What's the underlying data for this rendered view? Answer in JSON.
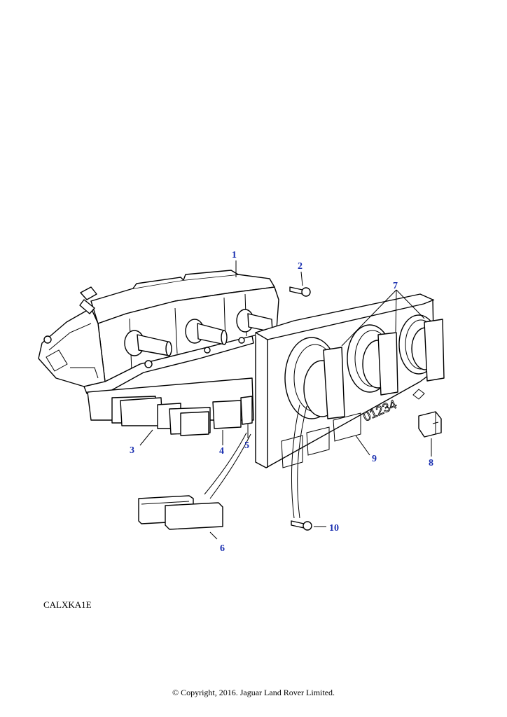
{
  "diagram": {
    "reference_code": "CALXKA1E",
    "copyright": "© Copyright, 2016. Jaguar Land Rover Limited.",
    "scale_text": "01234",
    "callouts": [
      {
        "id": "1",
        "label": "1"
      },
      {
        "id": "2",
        "label": "2"
      },
      {
        "id": "3",
        "label": "3"
      },
      {
        "id": "4",
        "label": "4"
      },
      {
        "id": "5",
        "label": "5"
      },
      {
        "id": "6",
        "label": "6"
      },
      {
        "id": "7",
        "label": "7"
      },
      {
        "id": "8",
        "label": "8"
      },
      {
        "id": "9",
        "label": "9"
      },
      {
        "id": "10",
        "label": "10"
      }
    ],
    "colors": {
      "callout": "#1a2fb0",
      "line": "#000000",
      "background": "#ffffff"
    }
  }
}
